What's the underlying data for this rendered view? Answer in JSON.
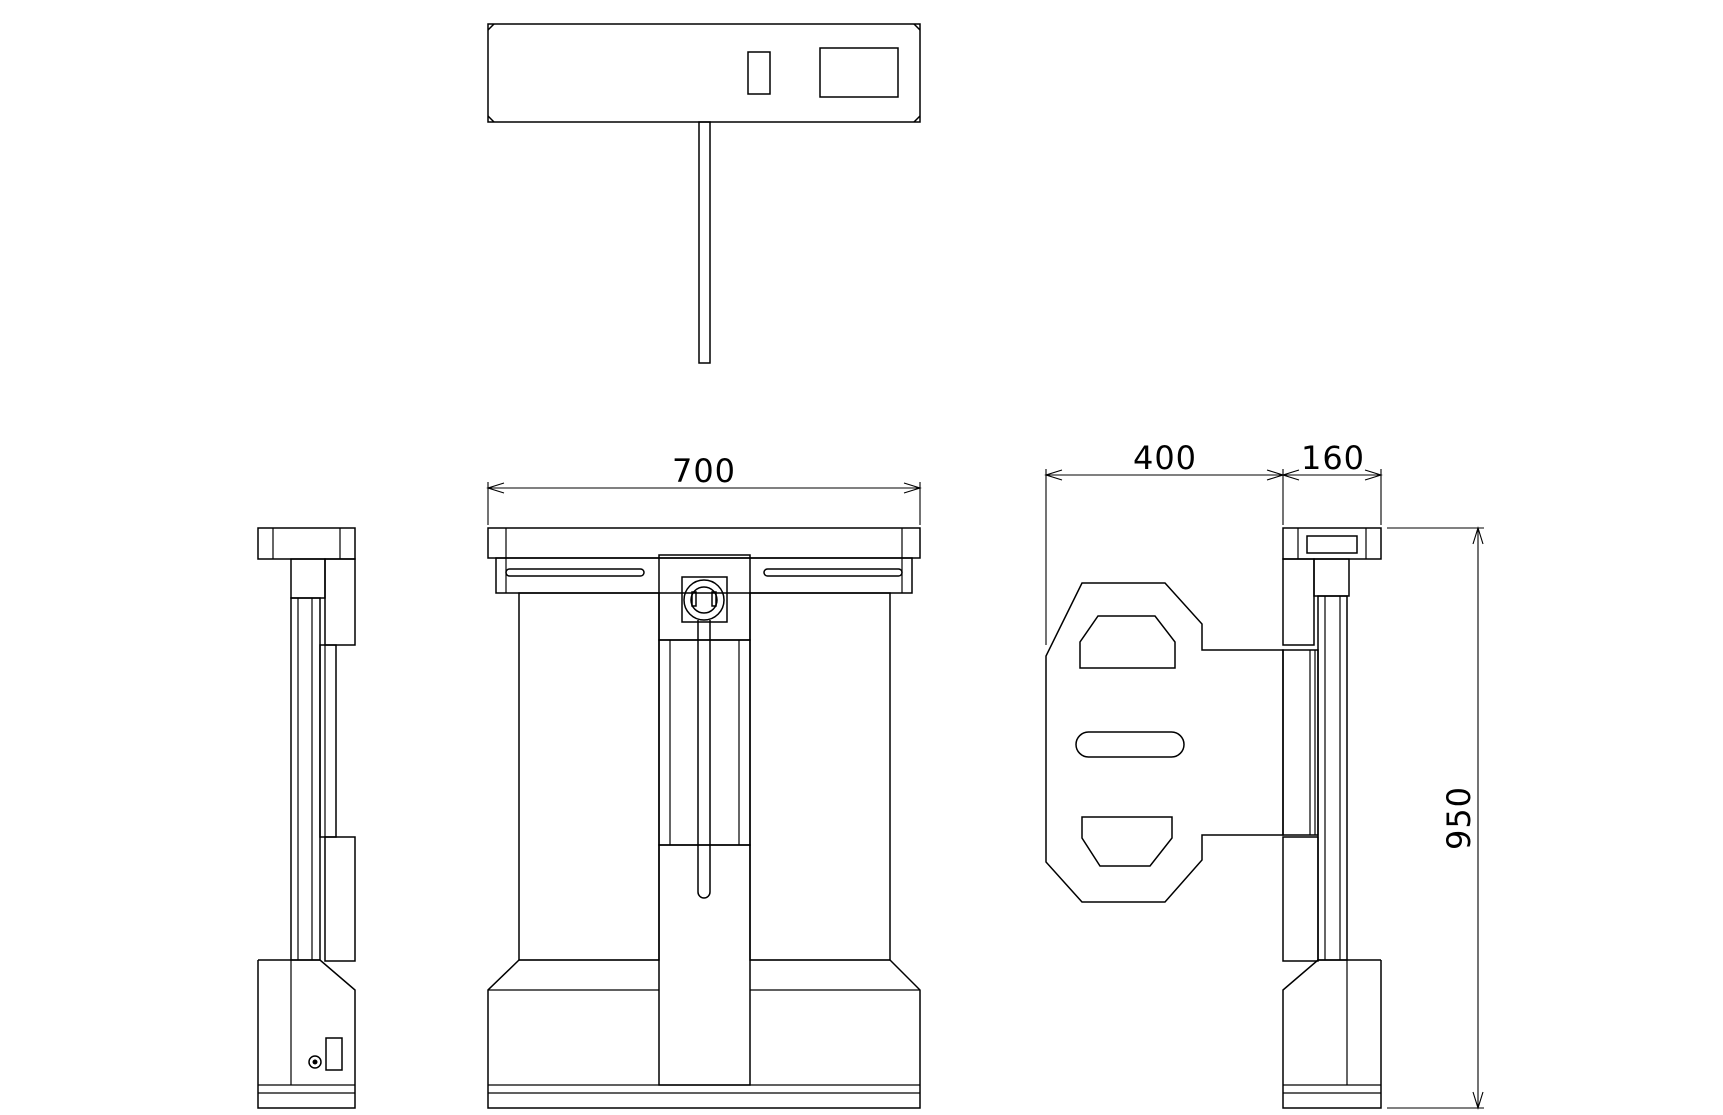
{
  "dimensions": {
    "front_width": "700",
    "side_depth_arm": "400",
    "side_depth_body": "160",
    "overall_height": "950"
  }
}
